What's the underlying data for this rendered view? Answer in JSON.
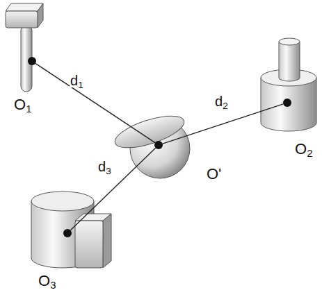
{
  "diagram": {
    "nodes": [
      {
        "text": [
          "O1"
        ]
      },
      {
        "text": [
          "O2"
        ]
      },
      {
        "text": [
          "O'"
        ]
      },
      {
        "text": [
          "O3"
        ]
      }
    ],
    "edges": [
      {
        "from": 2,
        "to": 0,
        "arrow": "none",
        "label": "d1"
      },
      {
        "from": 2,
        "to": 1,
        "arrow": "none",
        "label": "d2"
      },
      {
        "from": 2,
        "to": 3,
        "arrow": "none",
        "label": "d3"
      }
    ]
  }
}
